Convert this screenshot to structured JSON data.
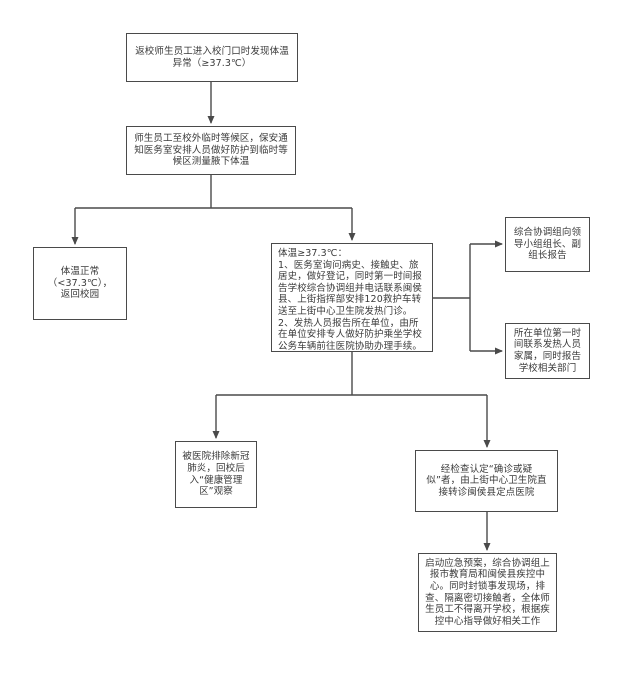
{
  "colors": {
    "background": "#ffffff",
    "box_border": "#4a4a4a",
    "line": "#4a4a4a",
    "text": "#3a3a3a"
  },
  "flowchart": {
    "nodes": {
      "entry_gate": {
        "text": "返校师生员工进入校门口时发现体温\n异常（≥37.3℃）"
      },
      "waiting_area": {
        "text": "师生员工至校外临时等候区，保安通\n知医务室安排人员做好防护到临时等\n候区测量腋下体温"
      },
      "normal_temp": {
        "text": "体温正常\n（<37.3℃），\n返回校园"
      },
      "fever_procedure": {
        "text": "体温≥37.3℃：\n1、医务室询问病史、接触史、旅\n居史，做好登记，同时第一时间报\n告学校综合协调组并电话联系闽侯\n县、上街指挥部安排120救护车转\n送至上街中心卫生院发热门诊。\n2、发热人员报告所在单位，由所\n在单位安排专人做好防护乘坐学校\n公务车辆前往医院协助办理手续。"
      },
      "report_leaders": {
        "text": "综合协调组向领\n导小组组长、副\n组长报告"
      },
      "notify_family": {
        "text": "所在单位第一时\n间联系发热人员\n家属，同时报告\n学校相关部门"
      },
      "excluded_covid": {
        "text": "被医院排除新冠\n肺炎，回校后\n入“健康管理\n区”观察"
      },
      "confirm_suspected": {
        "text": "经检查认定“确诊或疑\n似”者，由上街中心卫生院直\n接转诊闽侯县定点医院"
      },
      "emergency_plan": {
        "text": "启动应急预案，综合协调组上\n报市教育局和闽侯县疾控中\n心。同时封锁事发现场，排\n查、隔离密切接触者，全体师\n生员工不得离开学校，根据疾\n控中心指导做好相关工作"
      }
    }
  }
}
